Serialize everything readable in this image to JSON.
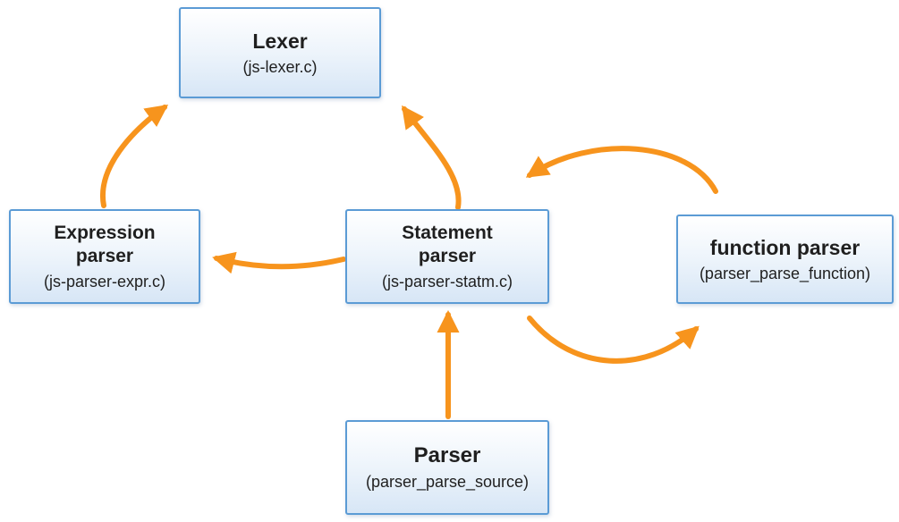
{
  "colors": {
    "arrow": "#F7941D",
    "node_border": "#5B9BD5",
    "node_fill_top": "#FFFFFF",
    "node_fill_bottom": "#D7E6F6",
    "text": "#1F1F1F"
  },
  "nodes": [
    {
      "id": "lexer",
      "title": "Lexer",
      "subtitle": "(js-lexer.c)"
    },
    {
      "id": "expression-parser",
      "title": "Expression\nparser",
      "subtitle": "(js-parser-expr.c)"
    },
    {
      "id": "statement-parser",
      "title": "Statement\nparser",
      "subtitle": "(js-parser-statm.c)"
    },
    {
      "id": "function-parser",
      "title": "function parser",
      "subtitle": "(parser_parse_function)"
    },
    {
      "id": "parser",
      "title": "Parser",
      "subtitle": "(parser_parse_source)"
    }
  ],
  "edges": [
    {
      "from": "expression-parser",
      "to": "lexer"
    },
    {
      "from": "statement-parser",
      "to": "lexer"
    },
    {
      "from": "statement-parser",
      "to": "expression-parser"
    },
    {
      "from": "parser",
      "to": "statement-parser"
    },
    {
      "from": "statement-parser",
      "to": "function-parser"
    },
    {
      "from": "function-parser",
      "to": "statement-parser"
    }
  ]
}
